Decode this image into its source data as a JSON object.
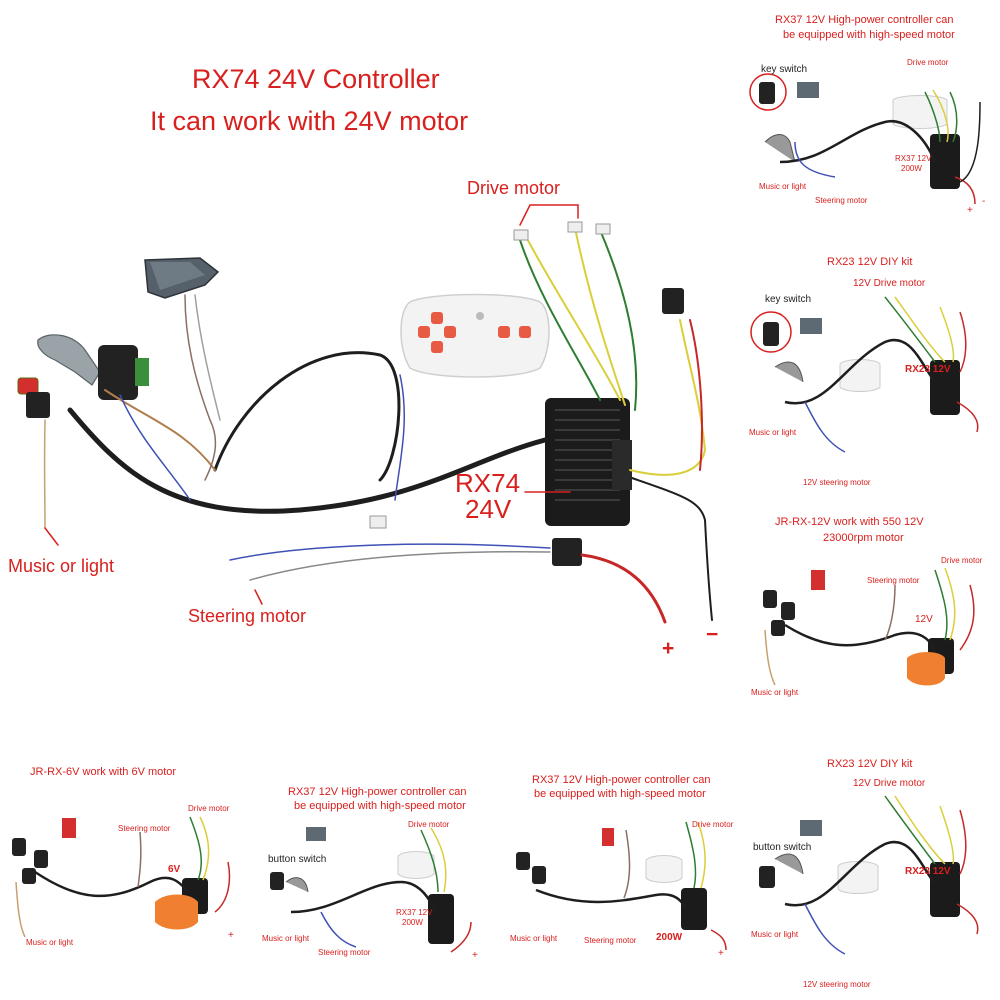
{
  "main": {
    "title_line1": "RX74  24V Controller",
    "title_line2": "It can work with 24V motor",
    "drive_motor": "Drive motor",
    "controller_label_1": "RX74",
    "controller_label_2": "24V",
    "music_or_light": "Music or light",
    "steering_motor": "Steering motor",
    "plus": "+",
    "minus": "−"
  },
  "panels": [
    {
      "id": "rx37-top-right",
      "title_1": "RX37 12V High-power controller can",
      "title_2": "be equipped with high-speed motor",
      "key_switch": "key switch",
      "drive_motor": "Drive motor",
      "controller_1": "RX37 12V",
      "controller_2": "200W",
      "music_or_light": "Music or light",
      "steering_motor": "Steering motor",
      "plus": "+",
      "minus": "-"
    },
    {
      "id": "rx23-right",
      "title": "RX23 12V DIY kit",
      "key_switch": "key switch",
      "drive_motor": "12V Drive motor",
      "controller": "RX23  12V",
      "music_or_light": "Music or light",
      "steering_motor": "12V steering motor"
    },
    {
      "id": "jr-rx-12v",
      "title_1": "JR-RX-12V work with 550 12V",
      "title_2": "23000rpm motor",
      "steering_motor": "Steering motor",
      "drive_motor": "Drive motor",
      "controller": "12V",
      "music_or_light": "Music or light"
    },
    {
      "id": "jr-rx-6v",
      "title": "JR-RX-6V work with 6V motor",
      "steering_motor": "Steering motor",
      "drive_motor": "Drive motor",
      "controller": "6V",
      "music_or_light": "Music or light",
      "plus": "+"
    },
    {
      "id": "rx37-bottom-a",
      "title_1": "RX37 12V High-power controller can",
      "title_2": "be equipped with high-speed motor",
      "button_switch": "button switch",
      "drive_motor": "Drive motor",
      "controller_1": "RX37 12V",
      "controller_2": "200W",
      "music_or_light": "Music or light",
      "steering_motor": "Steering motor",
      "plus": "+"
    },
    {
      "id": "rx37-bottom-b",
      "title_1": "RX37 12V High-power controller can",
      "title_2": "be equipped with high-speed motor",
      "drive_motor": "Drive motor",
      "controller": "200W",
      "music_or_light": "Music or light",
      "steering_motor": "Steering motor",
      "plus": "+"
    },
    {
      "id": "rx23-bottom",
      "title": "RX23 12V DIY kit",
      "button_switch": "button switch",
      "drive_motor": "12V Drive motor",
      "controller": "RX23  12V",
      "music_or_light": "Music or light",
      "steering_motor": "12V steering motor"
    }
  ],
  "colors": {
    "label_red": "#d8201e",
    "controller_black": "#1b1b1b",
    "remote_white": "#f3f3f3",
    "remote_button": "#e85a44",
    "wire_yellow": "#d9cf3a",
    "wire_green": "#2e7d32",
    "wire_red": "#c62828",
    "wire_blue": "#3f51b5",
    "wire_brown": "#8d6e63"
  }
}
